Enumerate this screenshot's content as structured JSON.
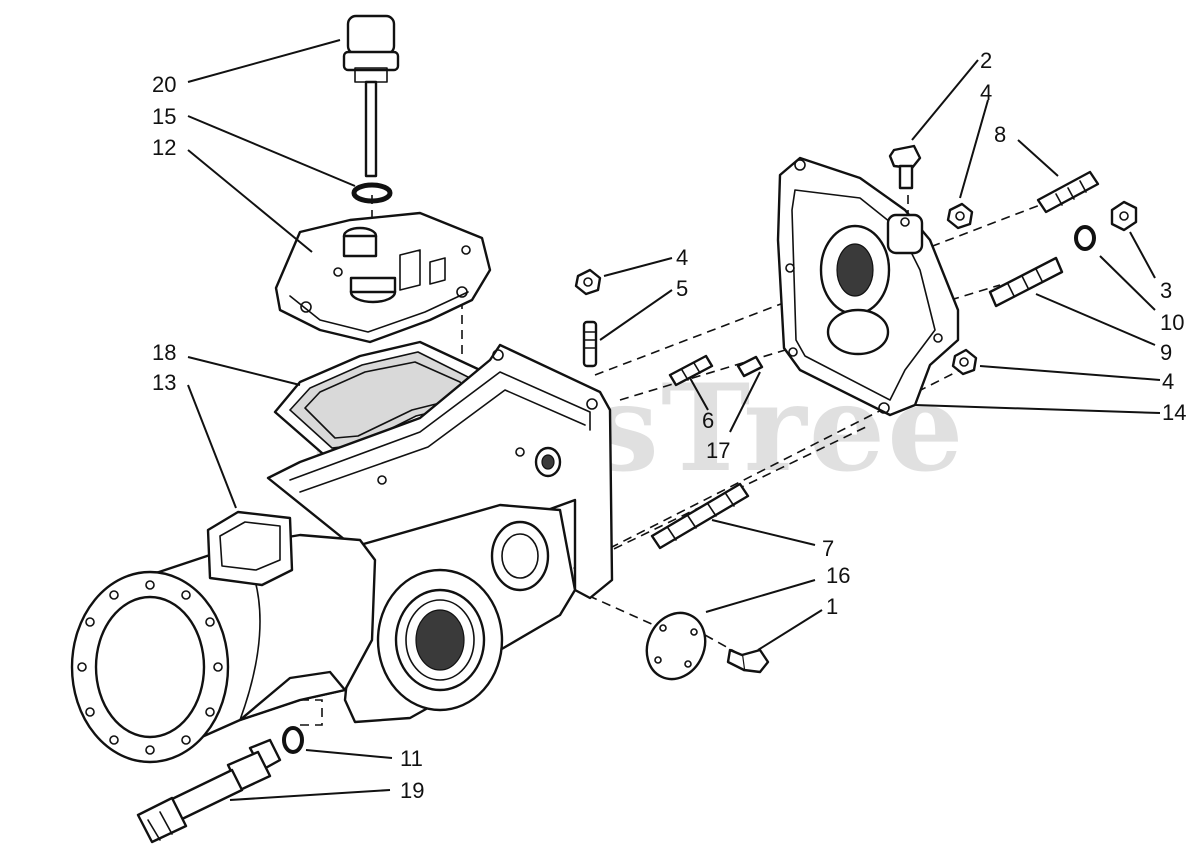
{
  "watermark": "PartsTree",
  "callouts": {
    "c1": "1",
    "c2": "2",
    "c3": "3",
    "c4a": "4",
    "c4b": "4",
    "c4c": "4",
    "c5": "5",
    "c6": "6",
    "c7": "7",
    "c8": "8",
    "c9": "9",
    "c10": "10",
    "c11": "11",
    "c12": "12",
    "c13": "13",
    "c14": "14",
    "c15": "15",
    "c16": "16",
    "c17": "17",
    "c18": "18",
    "c19": "19",
    "c20": "20"
  }
}
